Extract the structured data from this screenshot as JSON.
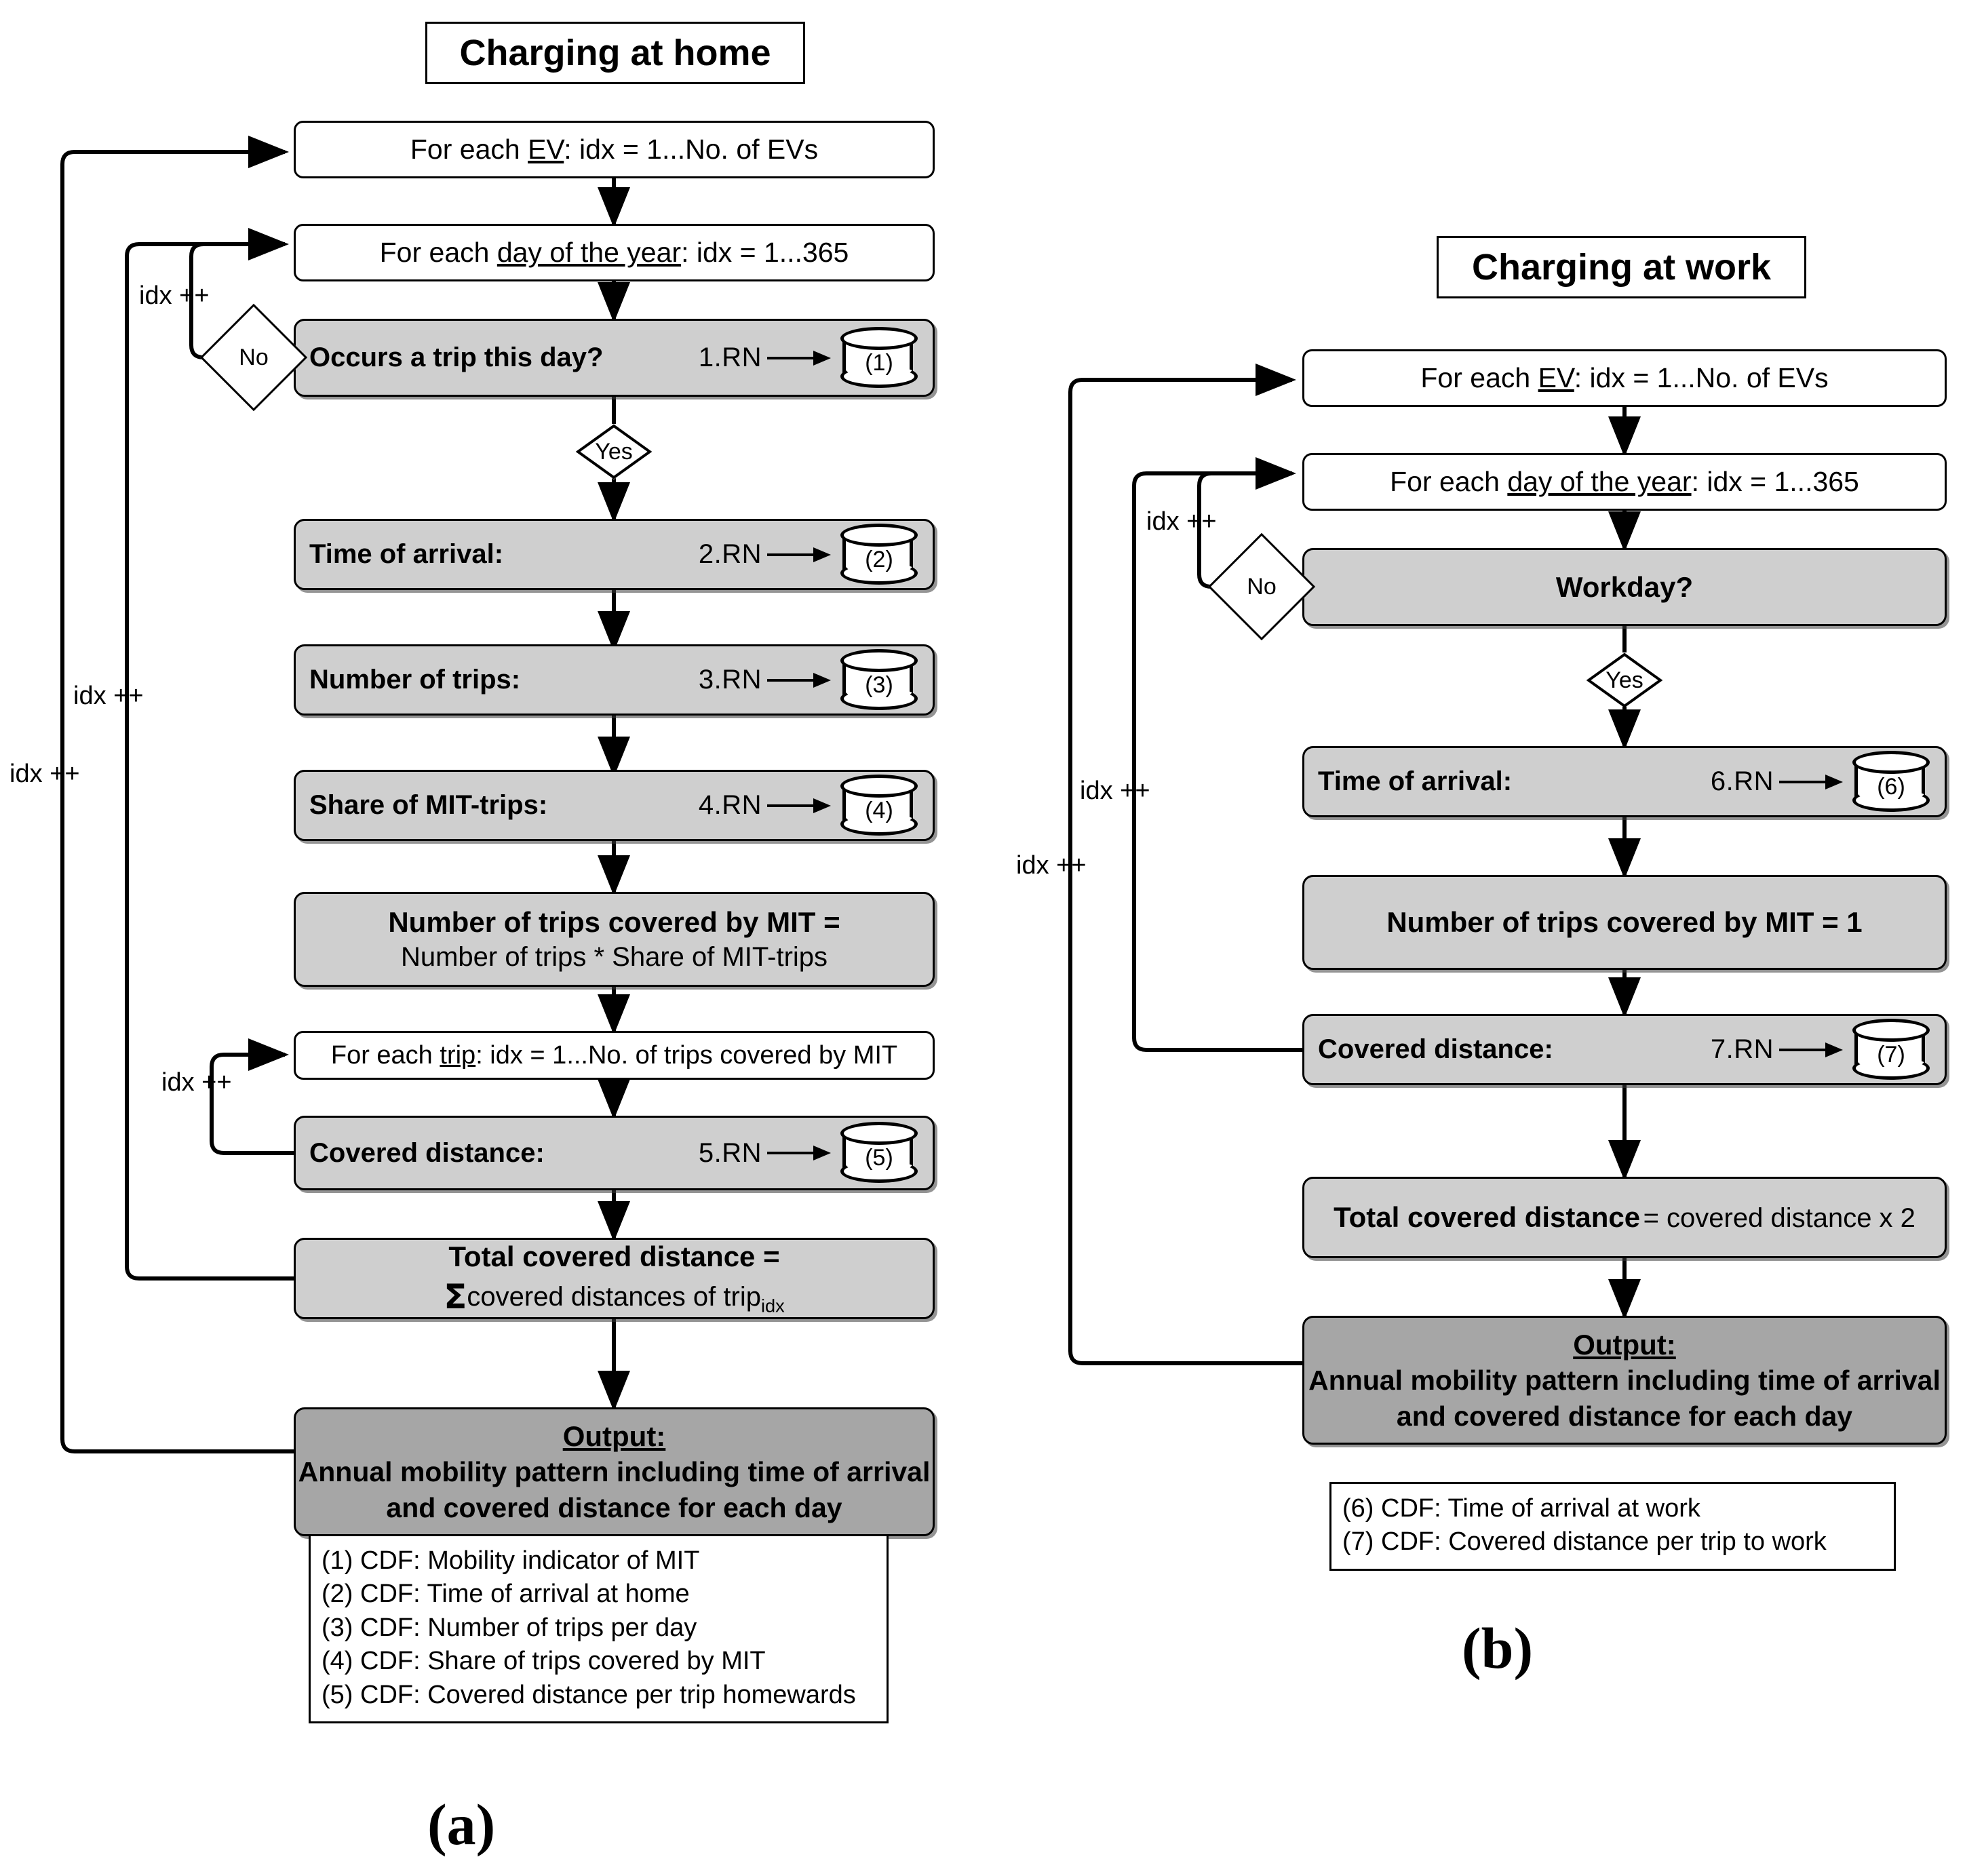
{
  "panel_a": {
    "letter": "(a)",
    "title": "Charging at home",
    "nodes": {
      "for_each_ev": "For each EV: idx = 1...No. of EVs",
      "for_each_day": "For each day of the year: idx = 1...365",
      "occurs_trip": "Occurs a trip this day?",
      "time_of_arrival": "Time of arrival:",
      "number_of_trips": "Number of trips:",
      "share_mit": "Share of MIT-trips:",
      "trips_covered_line1": "Number of trips covered by MIT =",
      "trips_covered_line2": "Number of trips * Share of MIT-trips",
      "for_each_trip": "For each trip: idx = 1...No. of trips covered by MIT",
      "covered_distance": "Covered distance:",
      "total_covered_line1": "Total covered distance =",
      "total_covered_line2": "covered distances of trip",
      "total_covered_sub": "idx",
      "output_line1": "Output:",
      "output_line2": "Annual mobility pattern including time of arrival",
      "output_line3": "and covered distance for each day"
    },
    "rn_labels": {
      "rn1": "1.RN",
      "rn2": "2.RN",
      "rn3": "3.RN",
      "rn4": "4.RN",
      "rn5": "5.RN"
    },
    "cylinders": {
      "c1": "(1)",
      "c2": "(2)",
      "c3": "(3)",
      "c4": "(4)",
      "c5": "(5)"
    },
    "decisions": {
      "no": "No",
      "yes": "Yes"
    },
    "loop_labels": [
      "idx ++",
      "idx ++",
      "idx ++",
      "idx ++"
    ],
    "legend": [
      "(1) CDF: Mobility indicator of MIT",
      "(2) CDF: Time of arrival at home",
      "(3) CDF: Number of trips per day",
      "(4) CDF: Share of trips covered by MIT",
      "(5) CDF: Covered distance per trip homewards"
    ]
  },
  "panel_b": {
    "letter": "(b)",
    "title": "Charging at work",
    "nodes": {
      "for_each_ev": "For each EV: idx = 1...No. of EVs",
      "for_each_day": "For each day of the year: idx = 1...365",
      "workday": "Workday?",
      "time_of_arrival": "Time of arrival:",
      "trips_covered": "Number of trips covered by MIT = 1",
      "covered_distance": "Covered distance:",
      "total_covered_bold": "Total covered distance",
      "total_covered_rest": "= covered distance x 2",
      "output_line1": "Output:",
      "output_line2": "Annual mobility pattern including time of arrival",
      "output_line3": "and covered distance for each day"
    },
    "rn_labels": {
      "rn6": "6.RN",
      "rn7": "7.RN"
    },
    "cylinders": {
      "c6": "(6)",
      "c7": "(7)"
    },
    "decisions": {
      "no": "No",
      "yes": "Yes"
    },
    "loop_labels": [
      "idx ++",
      "idx ++",
      "idx ++"
    ],
    "legend": [
      "(6) CDF: Time of arrival at work",
      "(7) CDF: Covered distance per trip to work"
    ]
  },
  "colors": {
    "stroke": "#000000",
    "grey_fill": "#cfcfcf",
    "dark_fill": "#a6a6a6",
    "background": "#ffffff"
  }
}
